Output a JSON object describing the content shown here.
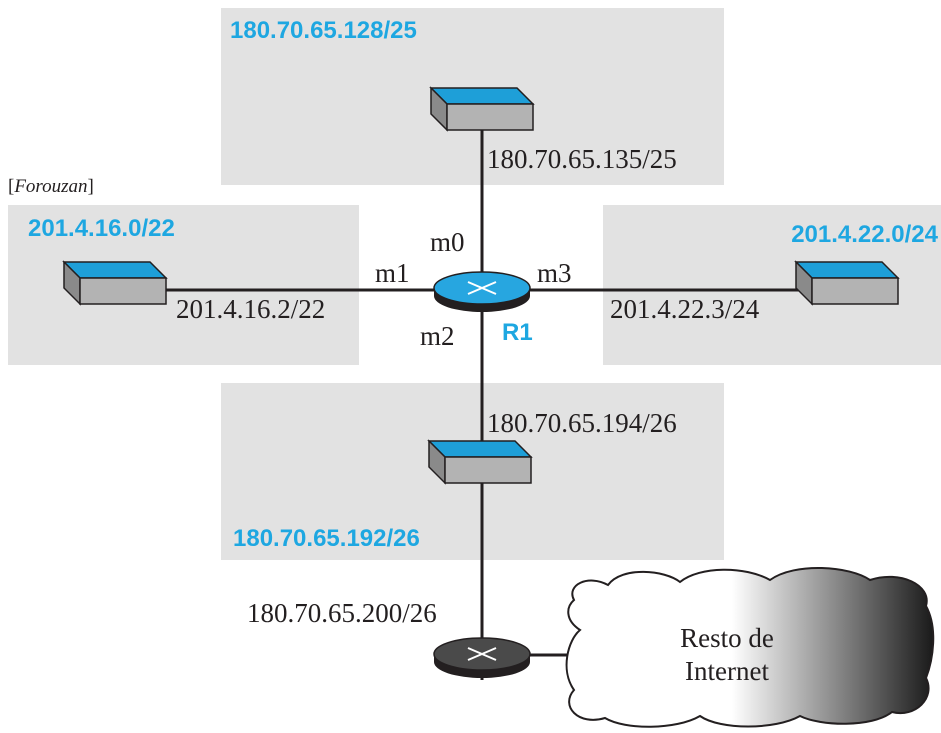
{
  "citation": {
    "open": "[",
    "author": "Forouzan",
    "close": "]"
  },
  "colors": {
    "accent": "#1ea7e1",
    "network_box": "#e2e2e2",
    "switch_top": "#1e9fd8",
    "switch_body": "#b3b3b3",
    "router_top": "#27a6e0",
    "outline": "#231f20"
  },
  "networks": {
    "top": {
      "prefix": "180.70.65.128/25",
      "interface_ip": "180.70.65.135/25"
    },
    "left": {
      "prefix": "201.4.16.0/22",
      "interface_ip": "201.4.16.2/22"
    },
    "right": {
      "prefix": "201.4.22.0/24",
      "interface_ip": "201.4.22.3/24"
    },
    "bottom": {
      "prefix": "180.70.65.192/26",
      "interface_ip": "180.70.65.194/26"
    }
  },
  "router": {
    "name": "R1",
    "interfaces": {
      "m0": "m0",
      "m1": "m1",
      "m2": "m2",
      "m3": "m3"
    }
  },
  "default_router": {
    "interface_ip": "180.70.65.200/26"
  },
  "internet": {
    "line1": "Resto de",
    "line2": "Internet"
  },
  "icons": {
    "switch": "switch-icon",
    "router": "router-icon",
    "cloud": "cloud-icon"
  }
}
